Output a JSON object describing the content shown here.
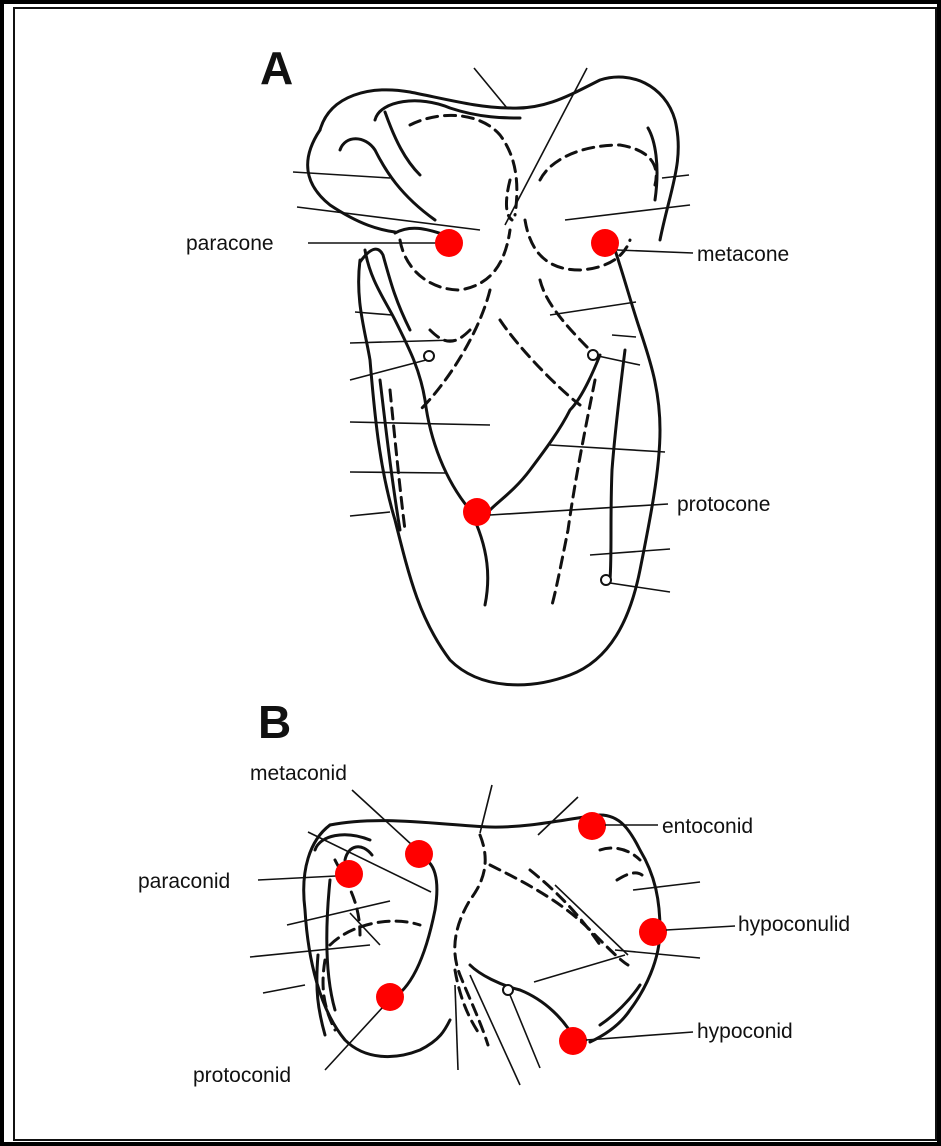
{
  "panels": {
    "a": "A",
    "b": "B"
  },
  "upper_molar": {
    "labels": {
      "paracone": "paracone",
      "metacone": "metacone",
      "protocone": "protocone"
    }
  },
  "lower_molar": {
    "labels": {
      "metaconid": "metaconid",
      "paraconid": "paraconid",
      "protoconid": "protoconid",
      "entoconid": "entoconid",
      "hypoconulid": "hypoconulid",
      "hypoconid": "hypoconid"
    }
  },
  "colors": {
    "marker": "#ff0000",
    "ink": "#111111",
    "frame": "#000000",
    "background": "#ffffff"
  }
}
